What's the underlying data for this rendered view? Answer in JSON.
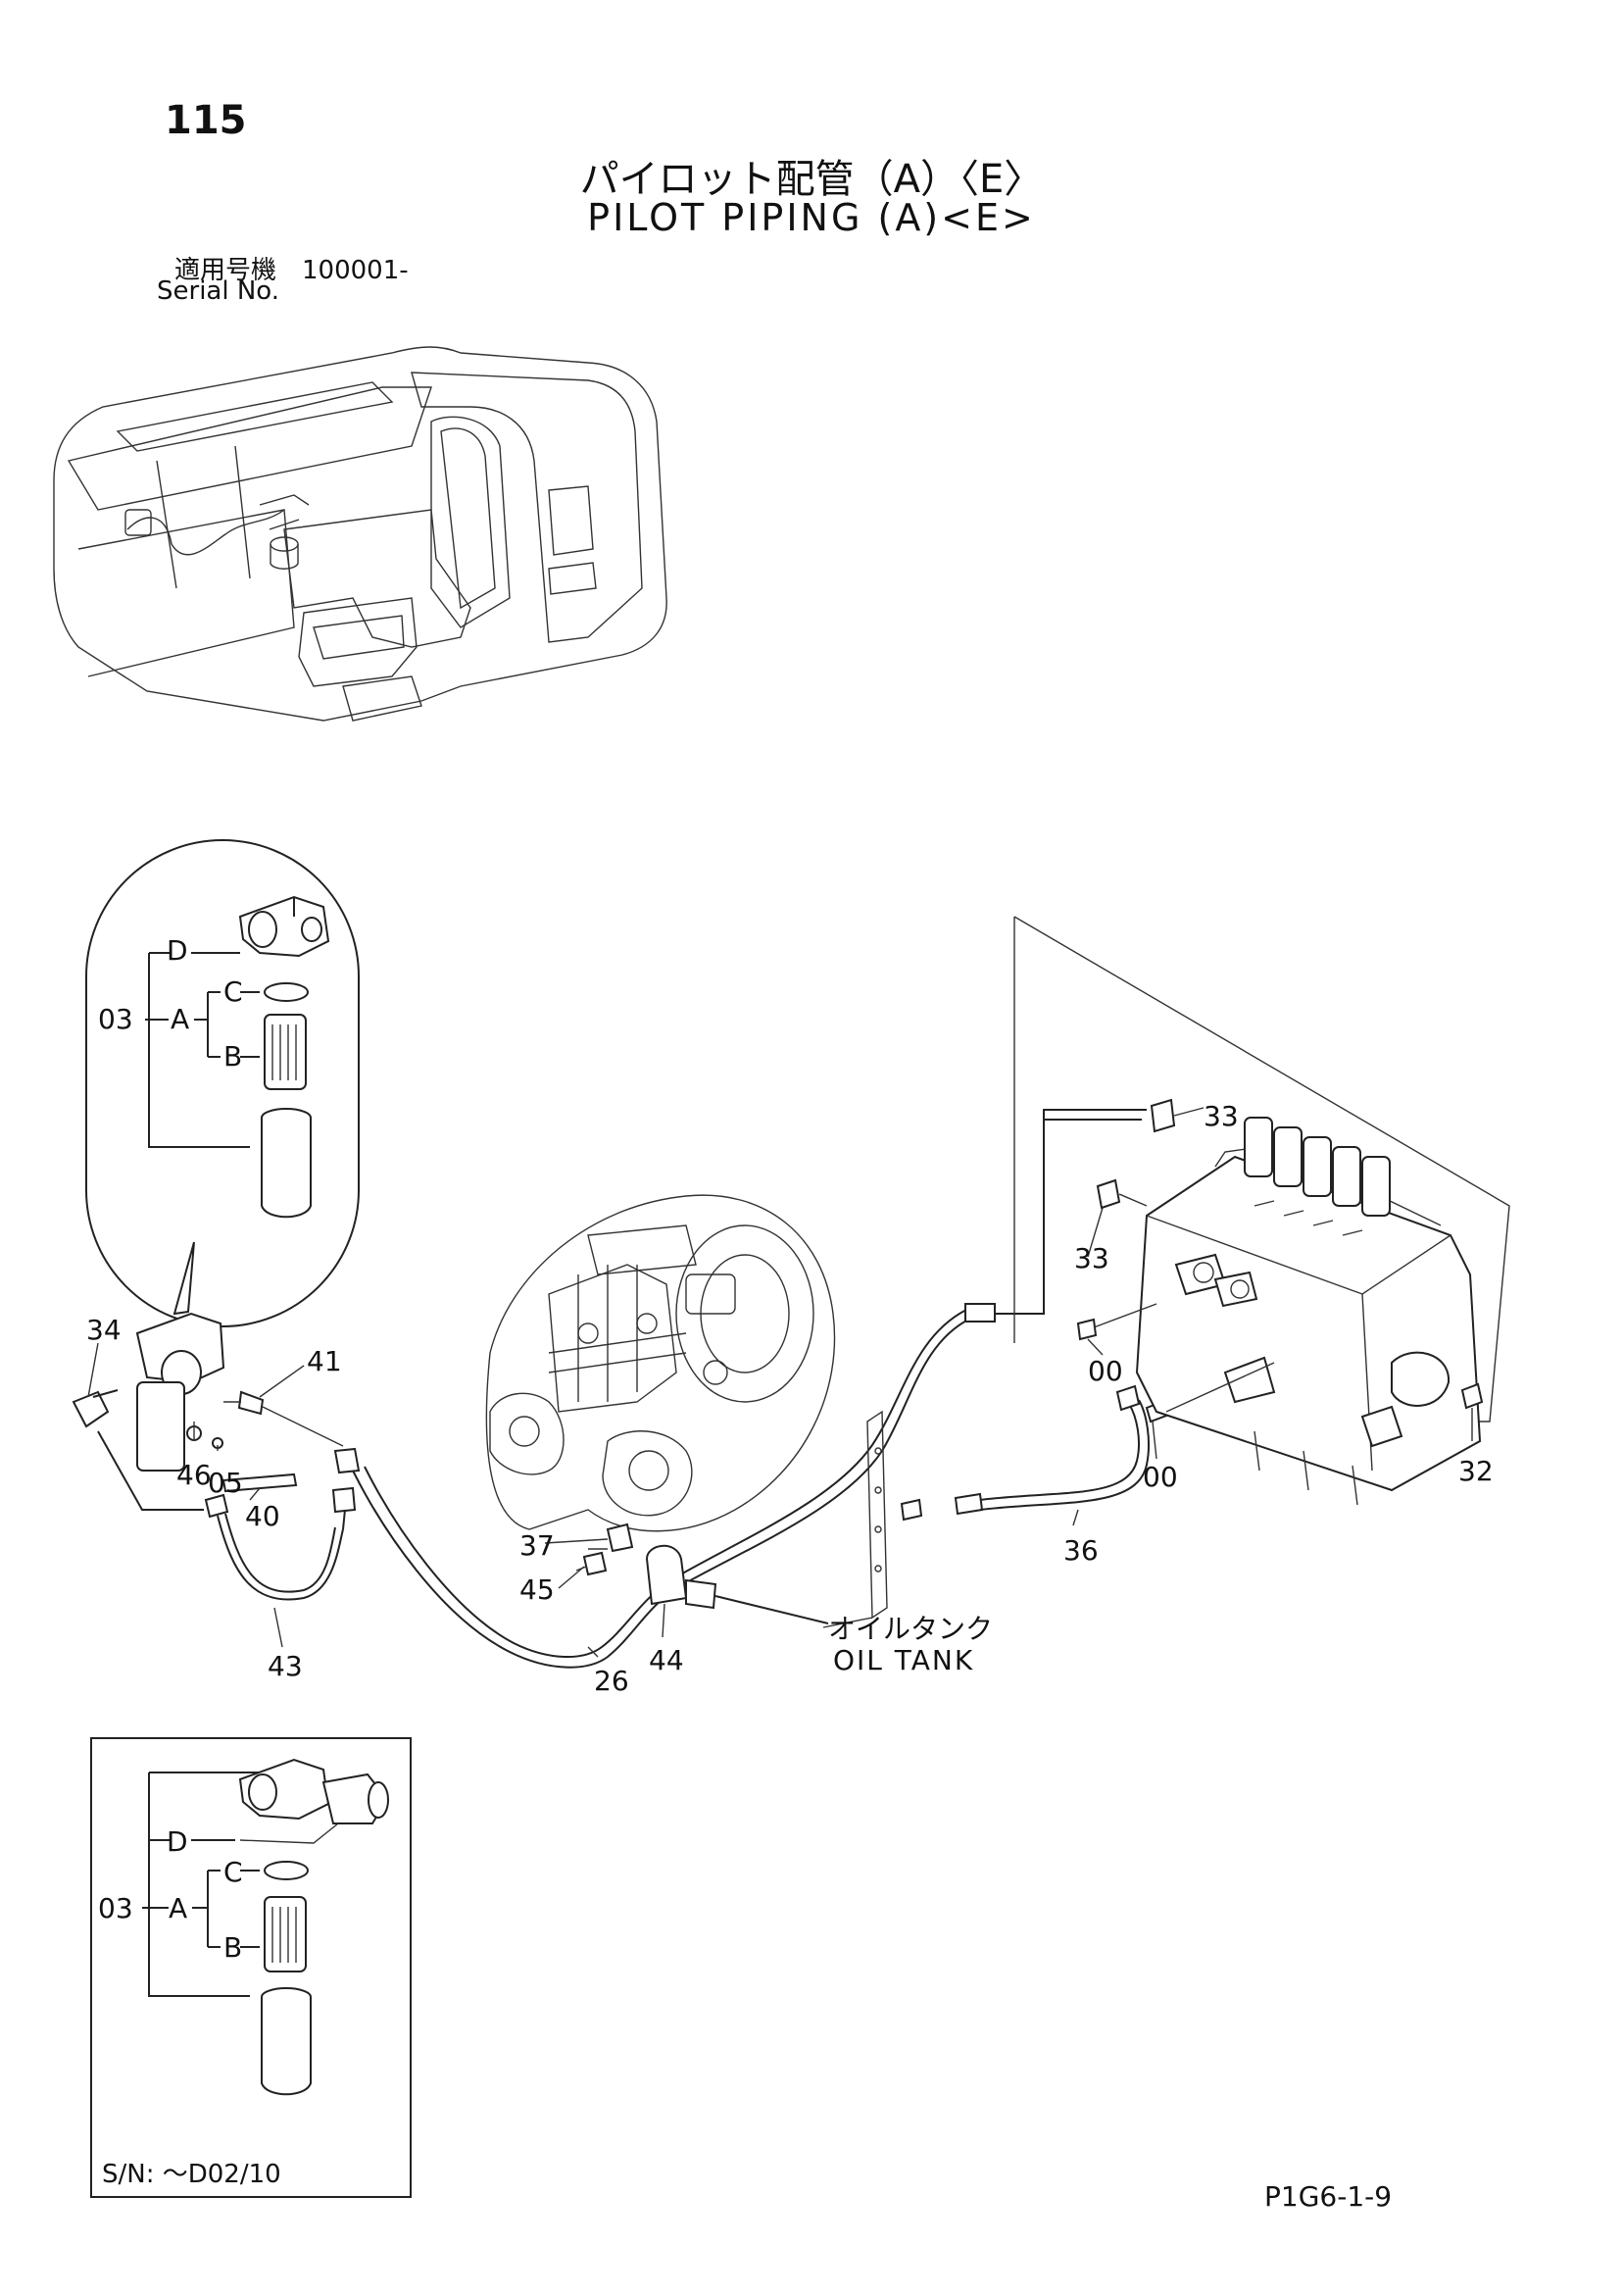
{
  "header": {
    "page_number": "115",
    "title_jp": "パイロット配管（A）〈E〉",
    "title_en": "PILOT PIPING (A)<E>",
    "serial_label_jp": "適用号機　100001-",
    "serial_label_en": "Serial No."
  },
  "callouts": {
    "p34": "34",
    "p41": "41",
    "p46": "46",
    "p05": "05",
    "p40": "40",
    "p43": "43",
    "p37": "37",
    "p45": "45",
    "p44": "44",
    "p26": "26",
    "p33a": "33",
    "p33b": "33",
    "p00a": "00",
    "p00b": "00",
    "p32": "32",
    "p36": "36"
  },
  "oil_tank": {
    "jp": "オイルタンク",
    "en": "OIL TANK"
  },
  "detail_circle": {
    "ref": "03",
    "a": "A",
    "b": "B",
    "c": "C",
    "d": "D"
  },
  "detail_box": {
    "ref": "03",
    "a": "A",
    "b": "B",
    "c": "C",
    "d": "D",
    "serial_note": "S/N: ～D02/10"
  },
  "footer": {
    "code": "P1G6-1-9"
  }
}
